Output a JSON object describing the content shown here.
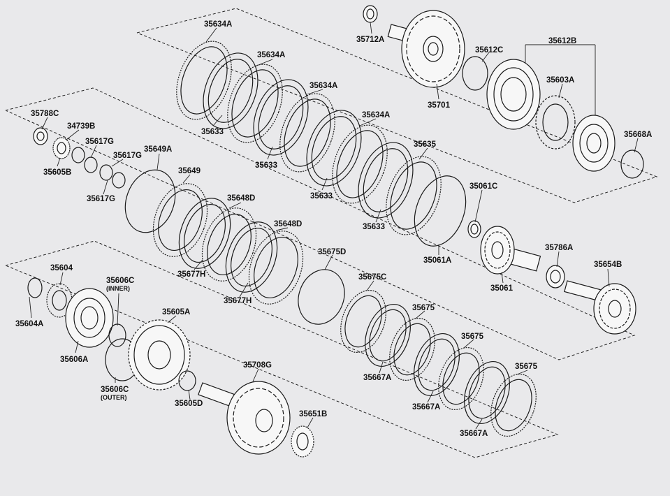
{
  "diagram": {
    "parts": [
      {
        "id": "p35634a-1",
        "number": "35634A"
      },
      {
        "id": "p35634a-2",
        "number": "35634A"
      },
      {
        "id": "p35634a-3",
        "number": "35634A"
      },
      {
        "id": "p35634a-4",
        "number": "35634A"
      },
      {
        "id": "p35633-1",
        "number": "35633"
      },
      {
        "id": "p35633-2",
        "number": "35633"
      },
      {
        "id": "p35633-3",
        "number": "35633"
      },
      {
        "id": "p35633-4",
        "number": "35633"
      },
      {
        "id": "p35635",
        "number": "35635"
      },
      {
        "id": "p35061a",
        "number": "35061A"
      },
      {
        "id": "p35061c",
        "number": "35061C"
      },
      {
        "id": "p35061",
        "number": "35061"
      },
      {
        "id": "p35786a",
        "number": "35786A"
      },
      {
        "id": "p35654b",
        "number": "35654B"
      },
      {
        "id": "p35712a",
        "number": "35712A"
      },
      {
        "id": "p35701",
        "number": "35701"
      },
      {
        "id": "p35612c",
        "number": "35612C"
      },
      {
        "id": "p35612b",
        "number": "35612B"
      },
      {
        "id": "p35603a",
        "number": "35603A"
      },
      {
        "id": "p35668a",
        "number": "35668A"
      },
      {
        "id": "p35788c",
        "number": "35788C"
      },
      {
        "id": "p34739b",
        "number": "34739B"
      },
      {
        "id": "p35605b",
        "number": "35605B"
      },
      {
        "id": "p35617g-1",
        "number": "35617G"
      },
      {
        "id": "p35617g-2",
        "number": "35617G"
      },
      {
        "id": "p35617g-3",
        "number": "35617G"
      },
      {
        "id": "p35649a",
        "number": "35649A"
      },
      {
        "id": "p35649",
        "number": "35649"
      },
      {
        "id": "p35648d-1",
        "number": "35648D"
      },
      {
        "id": "p35648d-2",
        "number": "35648D"
      },
      {
        "id": "p35677h-1",
        "number": "35677H"
      },
      {
        "id": "p35677h-2",
        "number": "35677H"
      },
      {
        "id": "p35675d",
        "number": "35675D"
      },
      {
        "id": "p35675c",
        "number": "35675C"
      },
      {
        "id": "p35675-1",
        "number": "35675"
      },
      {
        "id": "p35675-2",
        "number": "35675"
      },
      {
        "id": "p35675-3",
        "number": "35675"
      },
      {
        "id": "p35667a-1",
        "number": "35667A"
      },
      {
        "id": "p35667a-2",
        "number": "35667A"
      },
      {
        "id": "p35667a-3",
        "number": "35667A"
      },
      {
        "id": "p35604",
        "number": "35604"
      },
      {
        "id": "p35604a",
        "number": "35604A"
      },
      {
        "id": "p35606a",
        "number": "35606A"
      },
      {
        "id": "p35606c-inner",
        "number": "35606C",
        "note": "(INNER)"
      },
      {
        "id": "p35606c-outer",
        "number": "35606C",
        "note": "(OUTER)"
      },
      {
        "id": "p35605a",
        "number": "35605A"
      },
      {
        "id": "p35605d",
        "number": "35605D"
      },
      {
        "id": "p35708g",
        "number": "35708G"
      },
      {
        "id": "p35651b",
        "number": "35651B"
      }
    ]
  }
}
